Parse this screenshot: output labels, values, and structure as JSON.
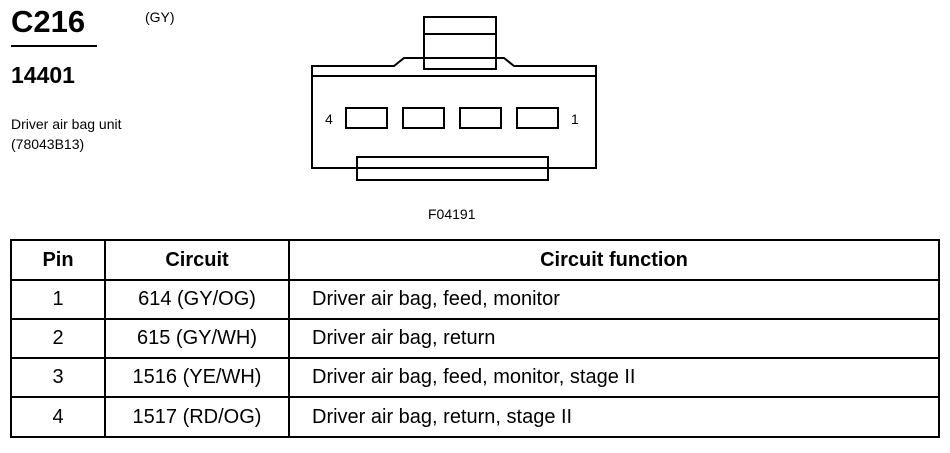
{
  "connector": {
    "id": "C216",
    "color": "(GY)",
    "part_number": "14401",
    "component_name": "Driver air bag unit",
    "component_code": "(78043B13)"
  },
  "figure": {
    "id": "F04191",
    "pin_left_label": "4",
    "pin_right_label": "1"
  },
  "table": {
    "headers": {
      "pin": "Pin",
      "circuit": "Circuit",
      "function": "Circuit function"
    },
    "rows": [
      {
        "pin": "1",
        "circuit": "614 (GY/OG)",
        "function": "Driver air bag, feed, monitor"
      },
      {
        "pin": "2",
        "circuit": "615 (GY/WH)",
        "function": "Driver air bag, return"
      },
      {
        "pin": "3",
        "circuit": "1516 (YE/WH)",
        "function": "Driver air bag, feed, monitor, stage II"
      },
      {
        "pin": "4",
        "circuit": "1517 (RD/OG)",
        "function": "Driver air bag, return, stage II"
      }
    ]
  }
}
